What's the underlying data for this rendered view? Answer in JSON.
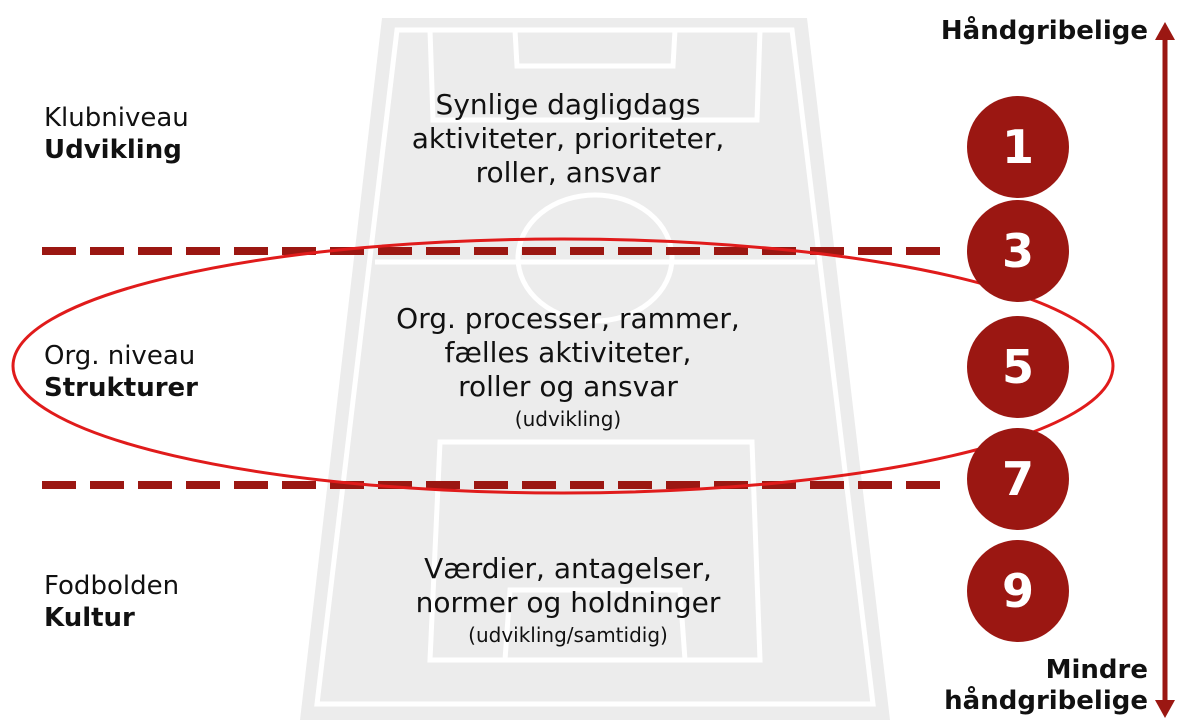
{
  "accent_color": "#9b1712",
  "ellipse_color": "#e01b1b",
  "pitch_color": "#ededed",
  "levels": [
    {
      "light": "Klubniveau",
      "bold": "Udvikling"
    },
    {
      "light": "Org. niveau",
      "bold": "Strukturer"
    },
    {
      "light": "Fodbolden",
      "bold": "Kultur"
    }
  ],
  "center": {
    "top": [
      "Synlige dagligdags",
      "aktiviteter, prioriteter,",
      "roller, ansvar"
    ],
    "middle": [
      "Org. processer, rammer,",
      "fælles aktiviteter,",
      "roller og ansvar"
    ],
    "middle_note": "(udvikling)",
    "bottom": [
      "Værdier, antagelser,",
      "normer og holdninger"
    ],
    "bottom_note": "(udvikling/samtidig)"
  },
  "axis": {
    "top_label": "Håndgribelige",
    "bottom_label_line1": "Mindre",
    "bottom_label_line2": "håndgribelige"
  },
  "circles": [
    "1",
    "3",
    "5",
    "7",
    "9"
  ]
}
